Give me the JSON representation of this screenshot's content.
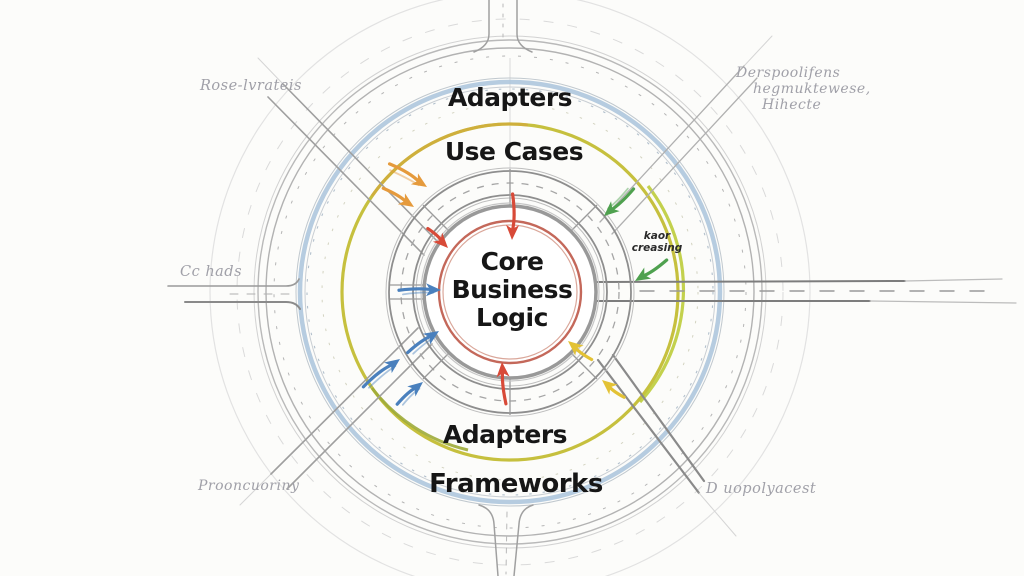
{
  "labels": {
    "adapters_top": "Adapters",
    "use_cases": "Use Cases",
    "core": [
      "Core",
      "Business",
      "Logic"
    ],
    "adapters_bottom": "Adapters",
    "frameworks": "Frameworks"
  },
  "annotations": {
    "top_left": "Rose-lvrateis",
    "top_right": [
      "Derspoolifens",
      "hegmuktewese,",
      "Hihecte"
    ],
    "left": "Cc hads",
    "bottom_left": "Prooncuoriny",
    "bottom_right": "D uopolyacest",
    "center_right": [
      "kaor",
      "creasing"
    ]
  },
  "diagram": {
    "type": "concentric-rings-sketch",
    "rings_inner_to_outer": [
      "Core Business Logic",
      "Use Cases",
      "Adapters",
      "Frameworks"
    ],
    "arrows_direction": "pointing inward toward core",
    "arrows": [
      {
        "color": "orange",
        "position": "upper-left"
      },
      {
        "color": "orange",
        "position": "upper-left-second"
      },
      {
        "color": "red",
        "position": "top"
      },
      {
        "color": "red",
        "position": "upper-left-inner"
      },
      {
        "color": "green",
        "position": "upper-right"
      },
      {
        "color": "green",
        "position": "right"
      },
      {
        "color": "blue",
        "position": "left"
      },
      {
        "color": "blue",
        "position": "lower-left-1"
      },
      {
        "color": "blue",
        "position": "lower-left-2"
      },
      {
        "color": "blue",
        "position": "lower-left-3"
      },
      {
        "color": "red",
        "position": "bottom"
      },
      {
        "color": "yellow",
        "position": "lower-right-1"
      },
      {
        "color": "yellow",
        "position": "lower-right-2"
      }
    ]
  },
  "colors": {
    "background": "#fcfcfa",
    "ring_gray": "#9a9a9a",
    "ring_gray_light": "#c0c0c0",
    "ring_blue": "#a9c3da",
    "ring_yellow": "#c6c03e",
    "ring_gold": "#d0ac3c",
    "ring_olive": "#9dab38",
    "ring_yellow_green": "#bdcc3a",
    "ring_red": "#c4685a",
    "road": "#8f8f8f",
    "arrow_red": "#d84a38",
    "arrow_orange": "#e59a3c",
    "arrow_green": "#4fa14f",
    "arrow_blue": "#4a80bd",
    "arrow_yellow": "#e3c235",
    "label_text": "#161616",
    "annotation_text": "#a0a0a8",
    "note_text": "#2a2a2a"
  }
}
